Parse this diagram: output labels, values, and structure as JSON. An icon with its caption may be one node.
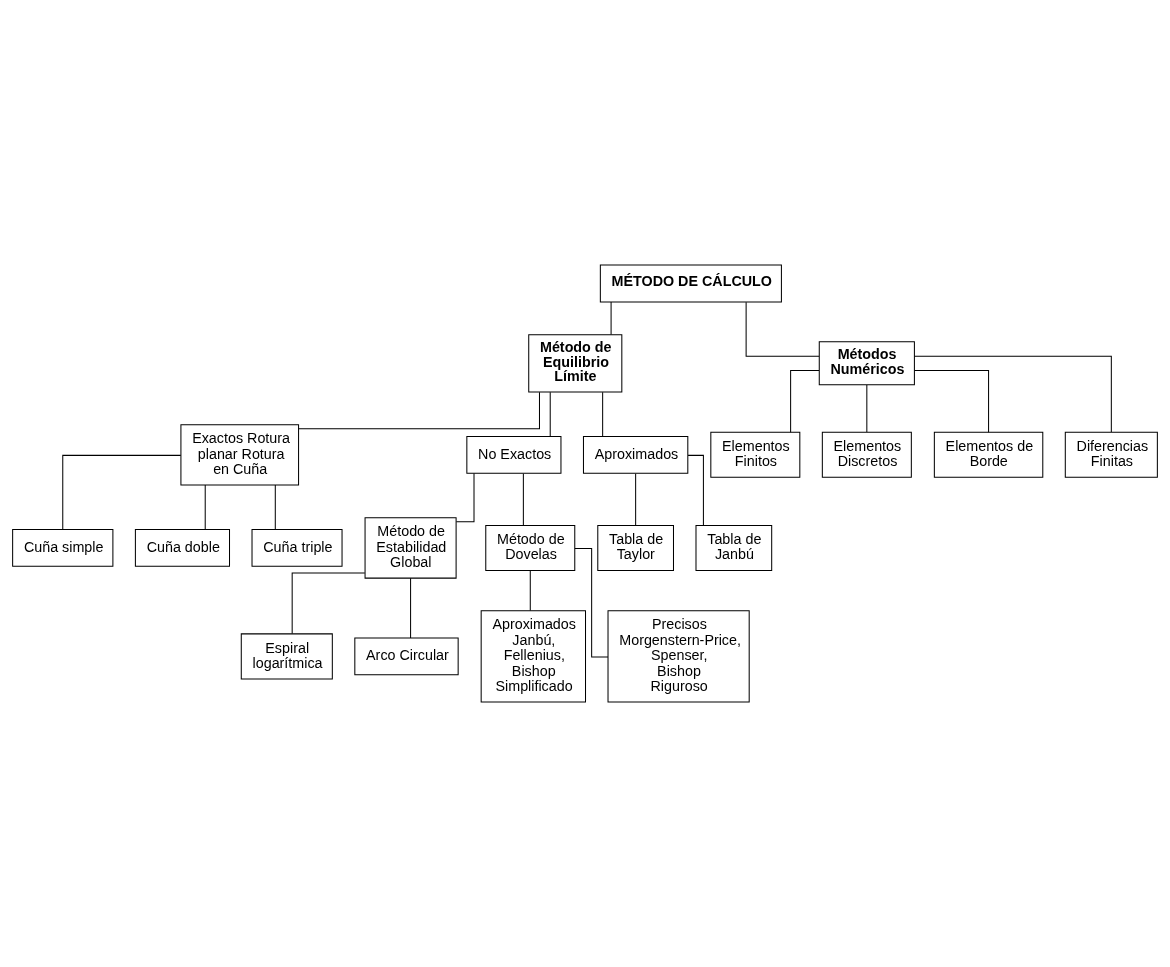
{
  "diagram": {
    "nodes": [
      {
        "text": [
          "MÉTODO DE CÁLCULO"
        ]
      },
      {
        "text": [
          "Método de Equilibrio Límite"
        ]
      },
      {
        "text": [
          "Métodos Numéricos"
        ]
      },
      {
        "text": [
          "Exactos Rotura planar Rotura en Cuña"
        ]
      },
      {
        "text": [
          "No Exactos"
        ]
      },
      {
        "text": [
          "Aproximados"
        ]
      },
      {
        "text": [
          "Cuña simple"
        ]
      },
      {
        "text": [
          "Cuña doble"
        ]
      },
      {
        "text": [
          "Cuña triple"
        ]
      },
      {
        "text": [
          "Método de Estabilidad Global"
        ]
      },
      {
        "text": [
          "Método de Dovelas"
        ]
      },
      {
        "text": [
          "Espiral logarítmica"
        ]
      },
      {
        "text": [
          "Arco Circular"
        ]
      },
      {
        "text": [
          "Aproximados Janbú, Fellenius, Bishop Simplificado"
        ]
      },
      {
        "text": [
          "Precisos Morgenstern-Price, Spenser, Bishop Riguroso"
        ]
      },
      {
        "text": [
          "Tabla de Taylor"
        ]
      },
      {
        "text": [
          "Tabla de Janbú"
        ]
      },
      {
        "text": [
          "Elementos Finitos"
        ]
      },
      {
        "text": [
          "Elementos Discretos"
        ]
      },
      {
        "text": [
          "Elementos de Borde"
        ]
      },
      {
        "text": [
          "Diferencias Finitas"
        ]
      }
    ],
    "edges": [
      {
        "from": 0,
        "to": 1,
        "arrow": "none"
      },
      {
        "from": 0,
        "to": 2,
        "arrow": "none"
      },
      {
        "from": 1,
        "to": 3,
        "arrow": "none"
      },
      {
        "from": 1,
        "to": 4,
        "arrow": "none"
      },
      {
        "from": 1,
        "to": 5,
        "arrow": "none"
      },
      {
        "from": 3,
        "to": 6,
        "arrow": "none"
      },
      {
        "from": 3,
        "to": 7,
        "arrow": "none"
      },
      {
        "from": 3,
        "to": 8,
        "arrow": "none"
      },
      {
        "from": 4,
        "to": 9,
        "arrow": "none"
      },
      {
        "from": 4,
        "to": 10,
        "arrow": "none"
      },
      {
        "from": 9,
        "to": 11,
        "arrow": "none"
      },
      {
        "from": 9,
        "to": 12,
        "arrow": "none"
      },
      {
        "from": 10,
        "to": 13,
        "arrow": "none"
      },
      {
        "from": 10,
        "to": 14,
        "arrow": "none"
      },
      {
        "from": 5,
        "to": 15,
        "arrow": "none"
      },
      {
        "from": 5,
        "to": 16,
        "arrow": "none"
      },
      {
        "from": 2,
        "to": 17,
        "arrow": "none"
      },
      {
        "from": 2,
        "to": 18,
        "arrow": "none"
      },
      {
        "from": 2,
        "to": 19,
        "arrow": "none"
      },
      {
        "from": 2,
        "to": 20,
        "arrow": "none"
      }
    ]
  }
}
